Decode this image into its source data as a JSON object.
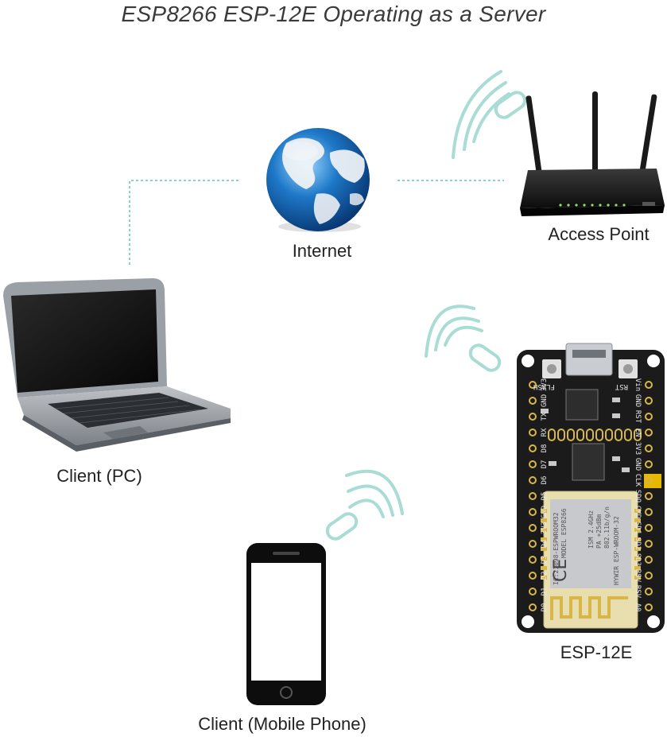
{
  "title": "ESP8266 ESP-12E Operating as a Server",
  "nodes": {
    "internet": {
      "label": "Internet",
      "icon": "globe-icon"
    },
    "access_point": {
      "label": "Access Point",
      "icon": "router-icon"
    },
    "client_pc": {
      "label": "Client (PC)",
      "icon": "laptop-icon"
    },
    "esp": {
      "label": "ESP-12E",
      "icon": "esp-board-icon"
    },
    "client_mobile": {
      "label": "Client (Mobile Phone)",
      "icon": "smartphone-icon"
    }
  },
  "board": {
    "button_left": "FLASH",
    "button_right": "RST",
    "left_pins": [
      "3V3",
      "GND",
      "TX",
      "RX",
      "D8",
      "D7",
      "D6",
      "D5",
      "GND",
      "3V3",
      "D4",
      "D3",
      "D2",
      "D1",
      "D0"
    ],
    "right_pins": [
      "Vin",
      "GND",
      "RST",
      "EN",
      "3V3",
      "GND",
      "CLK",
      "SDO",
      "CMD",
      "SD1",
      "SD2",
      "SD3",
      "RSV",
      "RSV",
      "A0"
    ],
    "module_model": "MODEL ESP8266",
    "module_lines": [
      "ISM 2.4GHz",
      "PA +25dBm",
      "802.11b/g/n"
    ],
    "module_ids": [
      "IC:21098-ESPWROOM32",
      "HYWIR ESP-WROOM-32"
    ]
  },
  "colors": {
    "connector_line": "#8ecfc9",
    "wifi_wave": "#a8dcd4",
    "board_black": "#1b1b1b",
    "module_cream": "#e9dfae",
    "globe_blue": "#1e78c8"
  }
}
